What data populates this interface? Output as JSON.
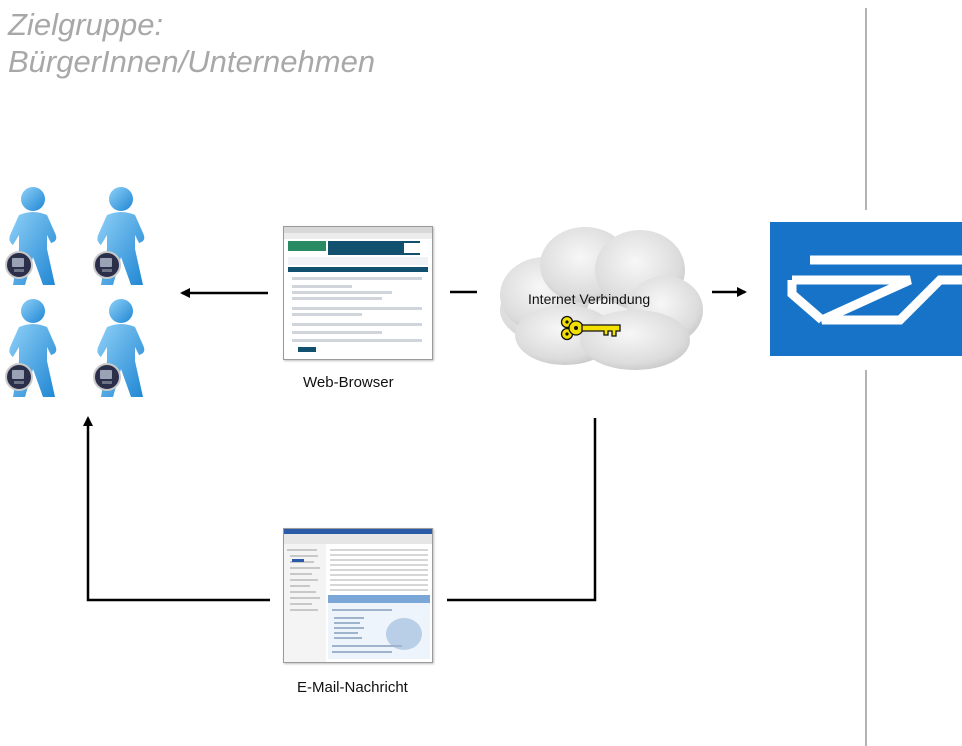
{
  "title": {
    "line1": "Zielgruppe:",
    "line2": "BürgerInnen/Unternehmen"
  },
  "labels": {
    "browser": "Web-Browser",
    "email": "E-Mail-Nachricht",
    "internet": "Internet Verbindung"
  },
  "colors": {
    "title": "#a8a8a8",
    "person": "#3fa3e4",
    "brand": "#1673c8",
    "key": "#f2e000",
    "divider": "#b4b4b4"
  },
  "icons": {
    "users": "person-with-computer-icon",
    "key": "key-icon",
    "cloud": "cloud-icon",
    "brand": "envelope-logo-icon"
  }
}
